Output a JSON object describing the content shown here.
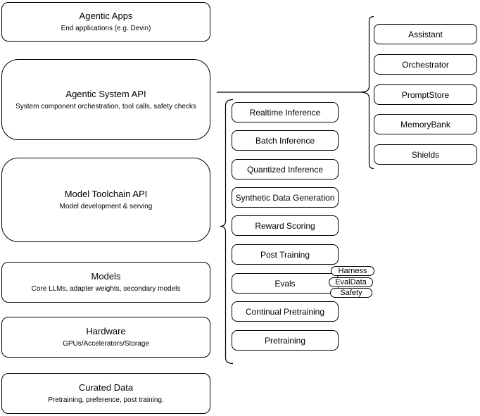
{
  "diagram": {
    "left_column": {
      "boxes": [
        {
          "title": "Agentic Apps",
          "subtitle": "End applications (e.g. Devin)"
        },
        {
          "title": "Agentic System API",
          "subtitle": "System component orchestration, tool calls, safety checks"
        },
        {
          "title": "Model Toolchain API",
          "subtitle": "Model development & serving"
        },
        {
          "title": "Models",
          "subtitle": "Core LLMs, adapter weights, secondary models"
        },
        {
          "title": "Hardware",
          "subtitle": "GPUs/Accelerators/Storage"
        },
        {
          "title": "Curated Data",
          "subtitle": "Pretraining, preference, post training."
        }
      ]
    },
    "middle_column": {
      "items": [
        {
          "label": "Realtime Inference"
        },
        {
          "label": "Batch Inference"
        },
        {
          "label": "Quantized Inference"
        },
        {
          "label": "Synthetic Data Generation"
        },
        {
          "label": "Reward Scoring"
        },
        {
          "label": "Post Training"
        },
        {
          "label": "Evals"
        },
        {
          "label": "Continual Pretraining"
        },
        {
          "label": "Pretraining"
        }
      ]
    },
    "eval_tags": {
      "items": [
        {
          "label": "Harness"
        },
        {
          "label": "EvalData"
        },
        {
          "label": "Safety"
        }
      ]
    },
    "right_column": {
      "items": [
        {
          "label": "Assistant"
        },
        {
          "label": "Orchestrator"
        },
        {
          "label": "PromptStore"
        },
        {
          "label": "MemoryBank"
        },
        {
          "label": "Shields"
        }
      ]
    },
    "colors": {
      "stroke": "#000000",
      "background": "#ffffff",
      "text": "#000000"
    }
  }
}
